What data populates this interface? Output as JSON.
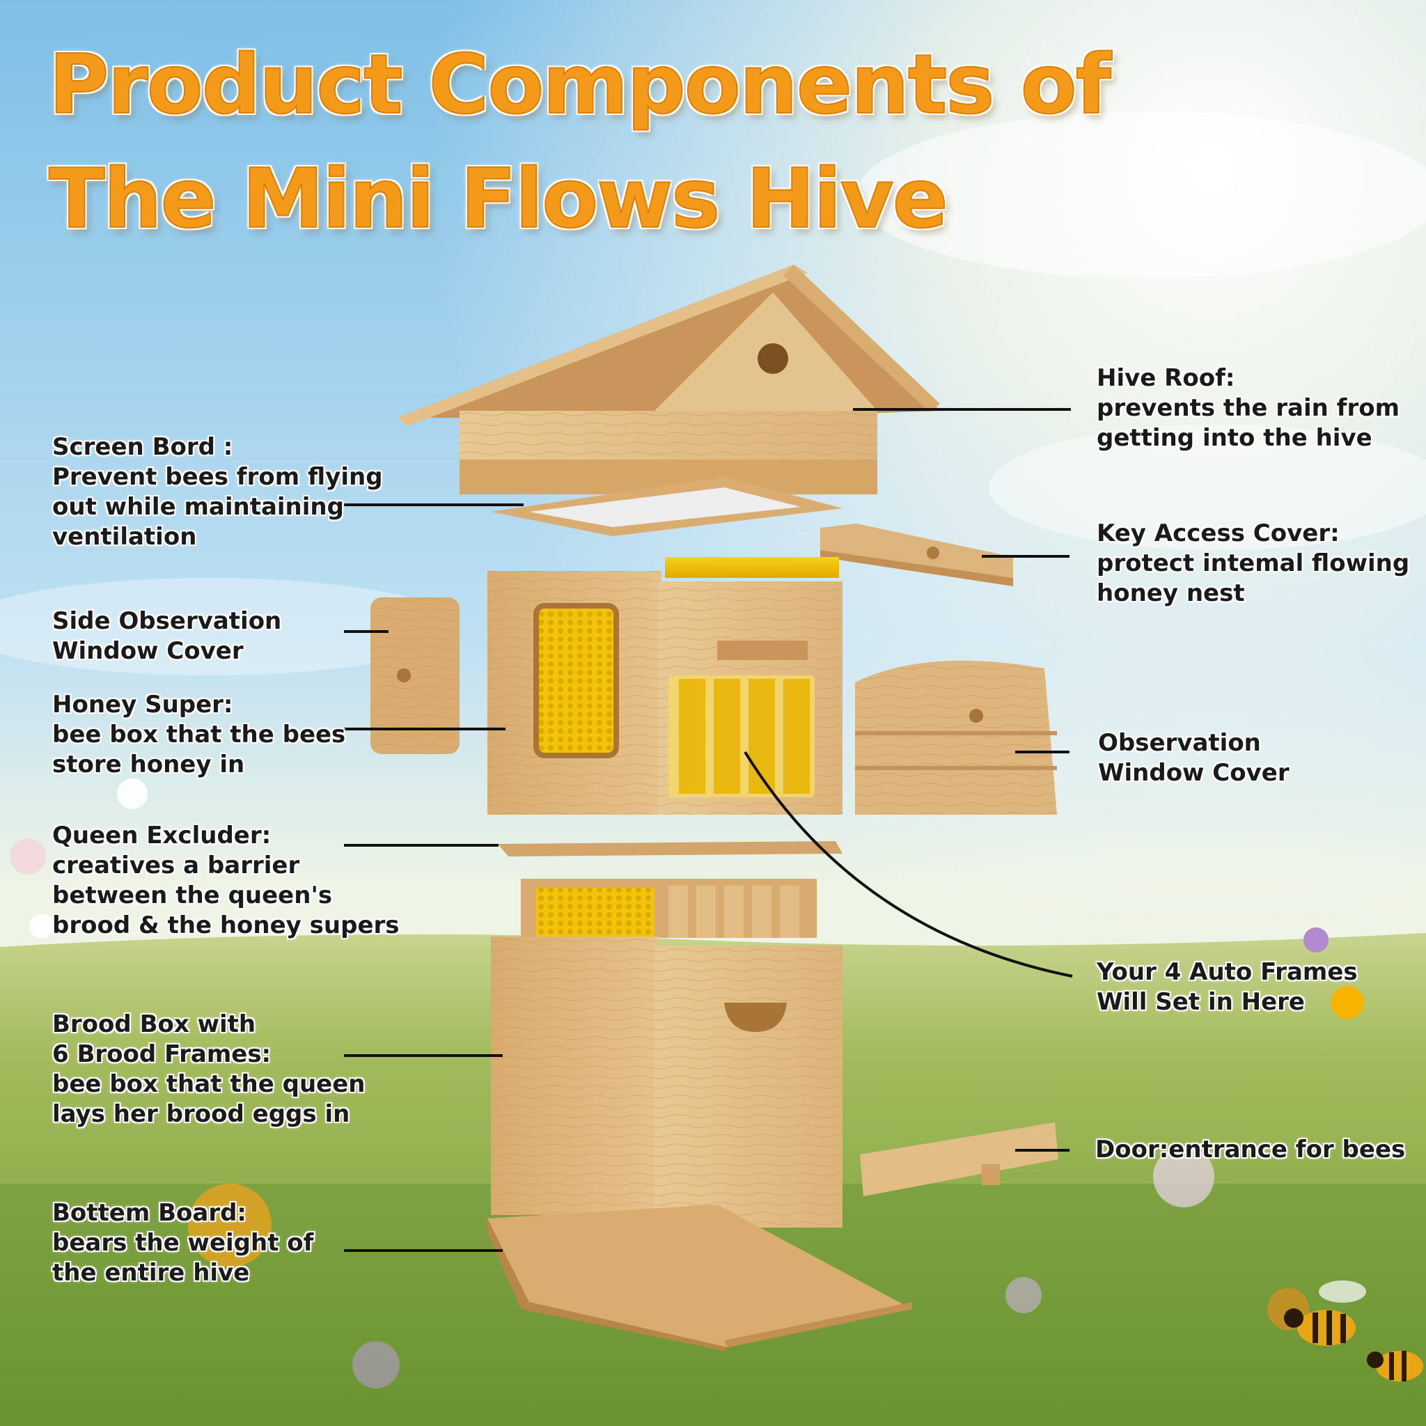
{
  "title": {
    "line1": "Product Components of",
    "line2": "The Mini Flows Hive"
  },
  "callouts": {
    "screen_board": [
      "Screen Bord :",
      "Prevent bees from flying",
      "out while maintaining",
      "ventilation"
    ],
    "side_observation_cover": [
      "Side Observation",
      "Window Cover"
    ],
    "honey_super": [
      "Honey Super:",
      "bee box that the bees",
      "store honey in"
    ],
    "queen_excluder": [
      "Queen Excluder:",
      "creatives a barrier",
      "between the queen's",
      "brood & the honey supers"
    ],
    "brood_box": [
      "Brood Box with",
      "6 Brood Frames:",
      "bee box that the queen",
      "lays her brood eggs in"
    ],
    "bottom_board": [
      "Bottem Board:",
      "bears the weight of",
      "the entire hive"
    ],
    "hive_roof": [
      "Hive Roof:",
      "prevents the rain from",
      "getting into the hive"
    ],
    "key_access_cover": [
      "Key Access Cover:",
      "protect intemal flowing",
      "honey nest"
    ],
    "observation_cover": [
      "Observation",
      "Window Cover"
    ],
    "auto_frames": [
      "Your 4 Auto Frames",
      "Will Set in Here"
    ],
    "door": [
      "Door:entrance for bees"
    ]
  },
  "colors": {
    "title_orange": "#f39a1a",
    "wood": "#dcb47c",
    "honey": "#f2c200",
    "sky": "#8cc6e8",
    "grass": "#8fae48"
  }
}
